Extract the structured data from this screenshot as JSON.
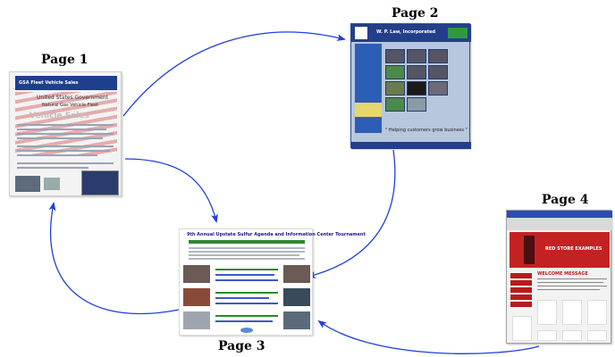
{
  "labels": {
    "page1": "Page 1",
    "page2": "Page 2",
    "page3": "Page 3",
    "page4": "Page 4"
  },
  "page1_thumb": {
    "header": "GSA Fleet Vehicle Sales",
    "heading": "United States Government",
    "subheading": "Natural Gas Vehicle Fleet",
    "stamp": "Vehicle Sales"
  },
  "page2_thumb": {
    "company": "W. P. Law, Incorporated",
    "tagline": "\" Helping customers grow business \""
  },
  "page3_thumb": {
    "title": "9th Annual Upstate Sulfur Agenda and Information Center Tournament"
  },
  "page4_thumb": {
    "banner_text": "RED STORE EXAMPLES",
    "welcome": "WELCOME MESSAGE"
  },
  "arrow_color": "#1e3fe0"
}
